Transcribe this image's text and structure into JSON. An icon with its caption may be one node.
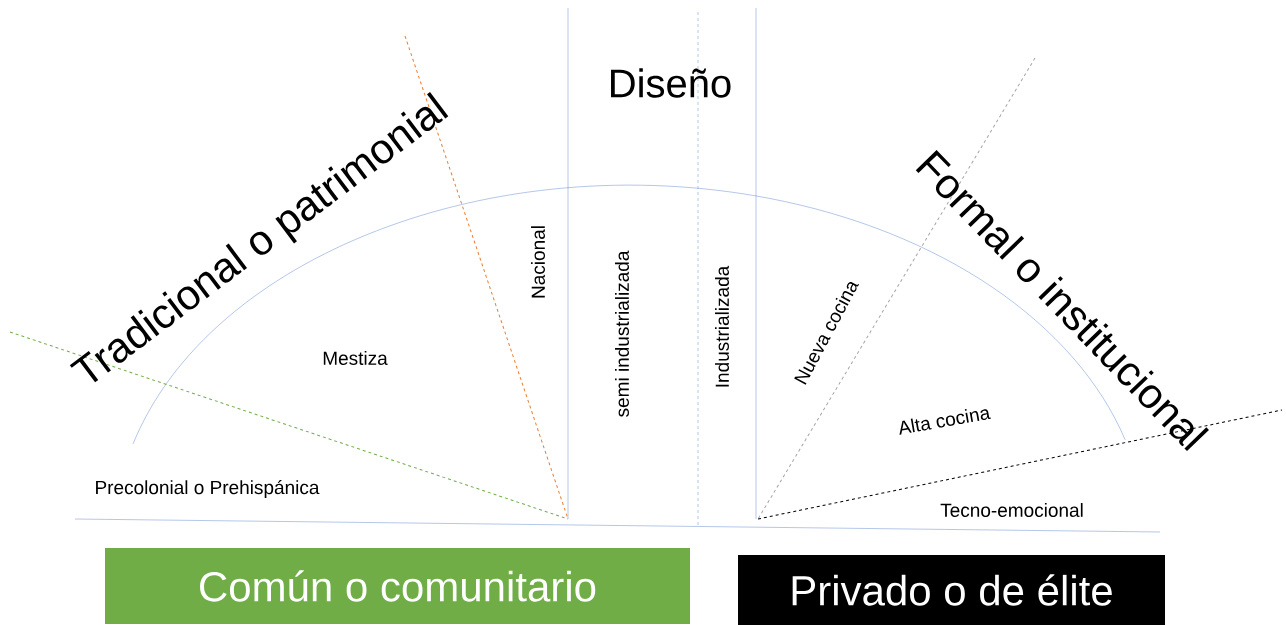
{
  "diagram": {
    "nodes": [
      {
        "text": [
          "Común o comunitario"
        ]
      },
      {
        "text": [
          "Privado o de élite"
        ]
      }
    ],
    "labels": [
      "Diseño",
      "Tradicional o patrimonial",
      "Formal o institucional",
      "Nacional",
      "semi industrializada",
      "Industrializada",
      "Nueva cocina",
      "Mestiza",
      "Alta cocina",
      "Precolonial o Prehispánica",
      "Tecno-emocional"
    ]
  }
}
